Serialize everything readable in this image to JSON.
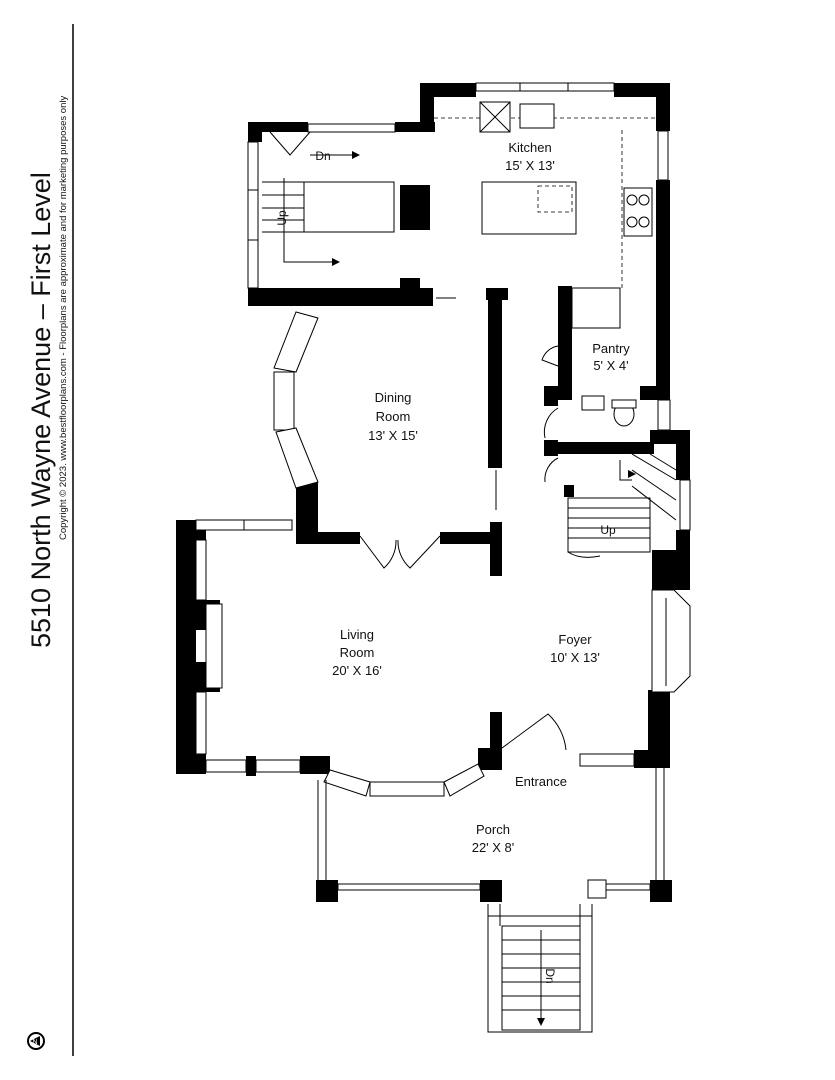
{
  "title": {
    "main": "5510 North Wayne Avenue – First Level",
    "copyright": "Copyright © 2023. www.bestfloorplans.com - Floorplans are approximate and for marketing purposes only"
  },
  "compass": {
    "letter": "N"
  },
  "rooms": {
    "kitchen": {
      "name": "Kitchen",
      "dims": "15' X 13'"
    },
    "pantry": {
      "name": "Pantry",
      "dims": "5' X 4'"
    },
    "dining": {
      "name1": "Dining",
      "name2": "Room",
      "dims": "13' X 15'"
    },
    "living": {
      "name1": "Living",
      "name2": "Room",
      "dims": "20' X 16'"
    },
    "foyer": {
      "name": "Foyer",
      "dims": "10' X 13'"
    },
    "entrance": {
      "name": "Entrance"
    },
    "porch": {
      "name": "Porch",
      "dims": "22' X 8'"
    }
  },
  "stairs": {
    "back_down": "Dn",
    "back_up": "Up",
    "main_up": "Up",
    "porch_down": "Dn"
  }
}
